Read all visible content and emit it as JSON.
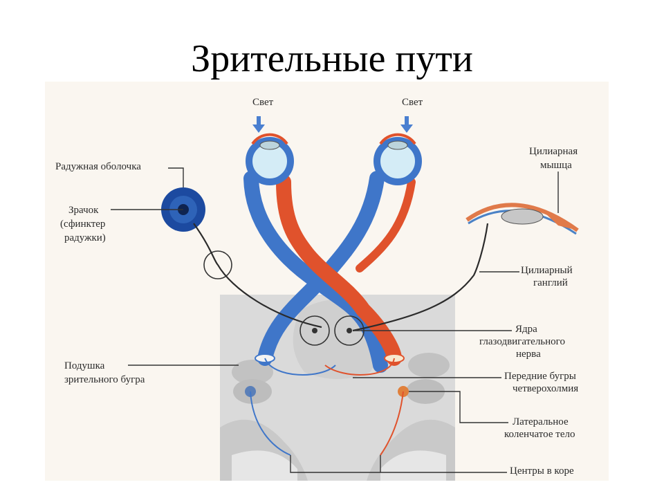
{
  "slide": {
    "title": "Зрительные пути"
  },
  "figure": {
    "light_left": "Свет",
    "light_right": "Свет",
    "iris": "Радужная оболочка",
    "pupil_line1": "Зрачок",
    "pupil_line2": "(сфинктер",
    "pupil_line3": "радужки)",
    "ciliary_muscle_line1": "Цилиарная",
    "ciliary_muscle_line2": "мышца",
    "ciliary_ganglion_line1": "Цилиарный",
    "ciliary_ganglion_line2": "ганглий",
    "nuclei_line1": "Ядра",
    "nuclei_line2": "глазодвигательного",
    "nuclei_line3": "нерва",
    "pulvinar_line1": "Подушка",
    "pulvinar_line2": "зрительного бугра",
    "sup_colliculi_line1": "Передние бугры",
    "sup_colliculi_line2": "четверохолмия",
    "lgn_line1": "Латеральное",
    "lgn_line2": "коленчатое тело",
    "cortex": "Центры в коре"
  },
  "colors": {
    "background": "#faf6f0",
    "brain": "#d9d9d9",
    "left_pathway": "#3f76c9",
    "right_pathway": "#e0522c",
    "eyeball": "#d4ecf6",
    "iris": "#1c4aa0",
    "nerve": "#2b2b2b"
  }
}
